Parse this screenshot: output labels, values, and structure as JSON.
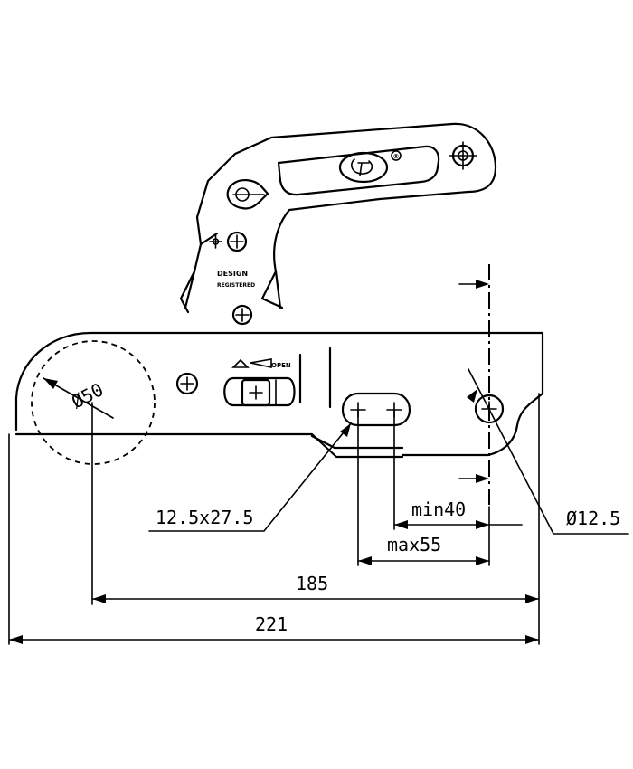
{
  "dimensions": {
    "ball_diameter": "Ø50",
    "slot": "12.5x27.5",
    "min_distance": "min40",
    "max_distance": "max55",
    "hole_diameter": "Ø12.5",
    "ball_to_flange": "185",
    "overall_length": "221"
  },
  "markings": {
    "design_line1": "DESIGN",
    "design_line2": "REGISTERED",
    "open_label": "OPEN",
    "registered_symbol": "®"
  },
  "colors": {
    "line": "#000000",
    "background": "#ffffff"
  }
}
